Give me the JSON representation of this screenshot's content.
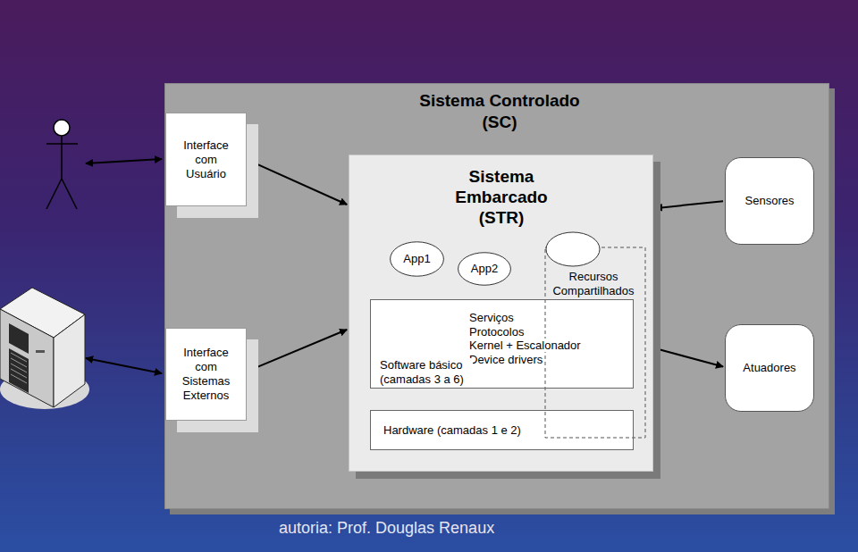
{
  "diagram": {
    "caption": "autoria: Prof. Douglas Renaux",
    "nodes": [
      {
        "text": [
          "Sistema Controlado (SC)"
        ]
      },
      {
        "text": [
          "Interface com Usuário"
        ],
        "in": 0
      },
      {
        "text": [
          "Sistema Embarcado (STR)"
        ],
        "in": 0
      },
      {
        "text": [
          "App1"
        ],
        "in": 2
      },
      {
        "text": [
          "App2"
        ],
        "in": 2
      },
      {
        "text": [
          "Recursos Compartilhados"
        ],
        "in": 2
      },
      {
        "text": [
          "Serviços",
          "Protocolos",
          "Kernel + Escalonador",
          "Device drivers",
          "Software básico (camadas 3 a 6)"
        ],
        "in": 2
      },
      {
        "text": [
          "Hardware (camadas 1 e 2)"
        ],
        "in": 2
      },
      {
        "text": [
          "Sensores"
        ],
        "in": 0
      },
      {
        "text": [
          "Interface com Sistemas Externos"
        ],
        "in": 0
      },
      {
        "text": [
          "Atuadores"
        ],
        "in": 0
      }
    ],
    "edges": [
      {
        "from": 1,
        "to": 2,
        "arrow": "both"
      },
      {
        "from": 8,
        "to": 2,
        "arrow": "to"
      },
      {
        "from": 9,
        "to": 2,
        "arrow": "both"
      },
      {
        "from": 2,
        "to": 10,
        "arrow": "to"
      }
    ]
  }
}
